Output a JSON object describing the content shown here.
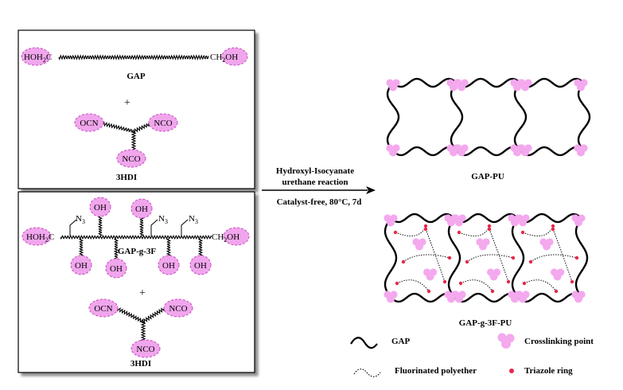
{
  "colors": {
    "ellipse_fill": "#f0a6ec",
    "ellipse_stroke": "#c84cc0",
    "crosslink": "#f4a8ee",
    "triazole": "#e8264a",
    "line": "#000000"
  },
  "panel_top": {
    "left_group": "HOH",
    "left_sub": "2",
    "left_c": "C",
    "right_ch": "CH",
    "right_sub": "2",
    "right_oh": "OH",
    "gap_label": "GAP",
    "plus": "+",
    "ocn": "OCN",
    "nco_right": "NCO",
    "nco_bottom": "NCO",
    "hdi_label": "3HDI"
  },
  "panel_bottom": {
    "left_group": "HOH",
    "left_sub": "2",
    "left_c": "C",
    "right_ch": "CH",
    "right_sub": "2",
    "right_oh": "OH",
    "azide_n": "N",
    "azide_sub": "3",
    "oh": "OH",
    "center_label": "GAP-g-3F",
    "plus": "+",
    "ocn": "OCN",
    "nco_right": "NCO",
    "nco_bottom": "NCO",
    "hdi_label": "3HDI"
  },
  "arrow": {
    "line1": "Hydroxyl-Isocyanate",
    "line2": "urethane reaction",
    "condition": "Catalyst-free, 80°C, 7d"
  },
  "networks": {
    "top_label": "GAP-PU",
    "bottom_label": "GAP-g-3F-PU"
  },
  "legend": {
    "gap": "GAP",
    "crosslinking": "Crosslinking point",
    "fluorinated": "Fluorinated polyether",
    "triazole": "Triazole ring"
  }
}
